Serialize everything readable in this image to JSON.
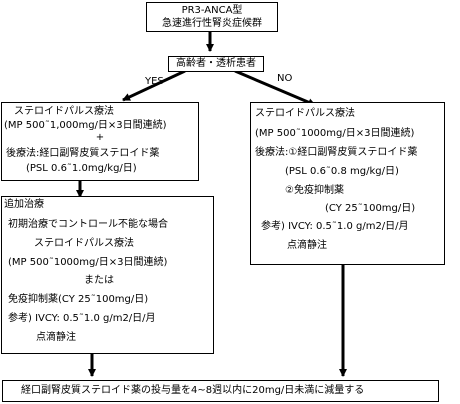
{
  "diagram": {
    "title_box": {
      "line1": "PR3-ANCA型",
      "line2": "急速進行性腎炎症候群"
    },
    "decision": {
      "label": "高齢者・透析患者"
    },
    "branch_yes": "YES",
    "branch_no": "NO",
    "left_box": {
      "line1": "ステロイドパルス療法",
      "line2": "(MP 500˜1,000mg/日×3日間連続)",
      "line3": "+",
      "line4": "後療法:経口副腎皮質ステロイド薬",
      "line5": "(PSL 0.6˜1.0mg/kg/日)"
    },
    "right_box": {
      "line1": "ステロイドパルス療法",
      "line2": "(MP 500˜1000mg/日×3日間連続)",
      "line3": "後療法:①経口副腎皮質ステロイド薬",
      "line4": "(PSL 0.6˜0.8 mg/kg/日)",
      "line5": "②免疫抑制薬",
      "line6": "(CY 25˜100mg/日)",
      "line7": "参考) IVCY: 0.5˜1.0 g/m2/日/月",
      "line8": "点滴静注"
    },
    "additional_box": {
      "header": "追加治療",
      "line1": "初期治療でコントロール不能な場合",
      "line2": "ステロイドパルス療法",
      "line3": "(MP 500˜1000mg/日×3日間連続)",
      "line4": "または",
      "line5": "免疫抑制薬(CY 25˜100mg/日)",
      "line6": "参考) IVCY: 0.5˜1.0 g/m2/日/月",
      "line7": "点滴静注"
    },
    "bottom_box": {
      "label": "経口副腎皮質ステロイド薬の投与量を4~8週以内に20mg/日未満に減量する"
    }
  }
}
